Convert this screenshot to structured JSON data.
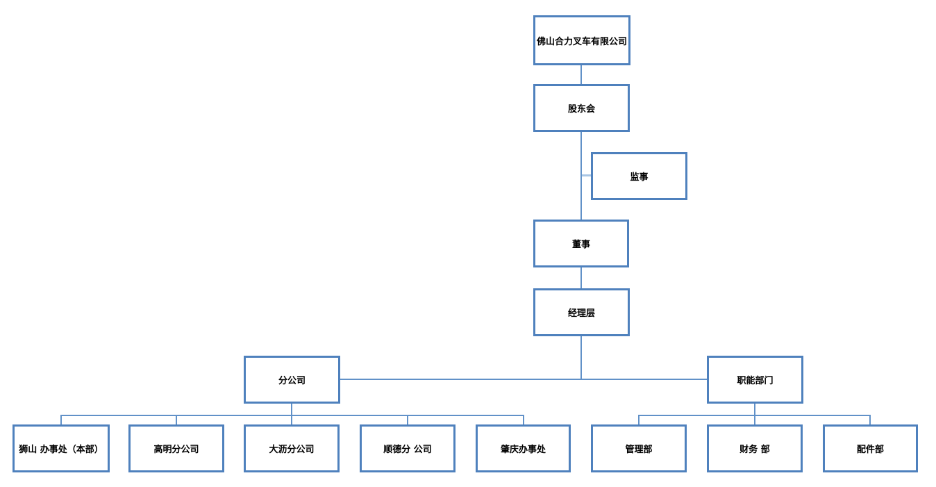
{
  "diagram": {
    "type": "org-chart",
    "colors": {
      "box_border": "#4f81bd",
      "connector": "#6191c8",
      "connector_light": "#a9c6e4",
      "text": "#000000",
      "background": "#ffffff"
    },
    "nodes": {
      "company": {
        "label": "佛山合力叉车有限公司"
      },
      "shareholders": {
        "label": "股东会"
      },
      "supervisor": {
        "label": "监事"
      },
      "director": {
        "label": "董事"
      },
      "management": {
        "label": "经理层"
      },
      "branches": {
        "label": "分公司"
      },
      "functional": {
        "label": "职能部门"
      },
      "shishan_office": {
        "label": "狮山 办事处（本部）"
      },
      "gaoming_branch": {
        "label": "高明分公司"
      },
      "dali_branch": {
        "label": "大沥分公司"
      },
      "shunde_branch": {
        "label": "顺德分 公司"
      },
      "zhaoqing_office": {
        "label": "肇庆办事处"
      },
      "management_dept": {
        "label": "管理部"
      },
      "finance_dept": {
        "label": "财务 部"
      },
      "parts_dept": {
        "label": "配件部"
      }
    },
    "edges": [
      {
        "from": "company",
        "to": "shareholders"
      },
      {
        "from": "shareholders",
        "to": "supervisor",
        "style": "light-side-stub"
      },
      {
        "from": "shareholders",
        "to": "director"
      },
      {
        "from": "director",
        "to": "management"
      },
      {
        "from": "management",
        "to": "branches"
      },
      {
        "from": "management",
        "to": "functional"
      },
      {
        "from": "branches",
        "to": "shishan_office"
      },
      {
        "from": "branches",
        "to": "gaoming_branch"
      },
      {
        "from": "branches",
        "to": "dali_branch"
      },
      {
        "from": "branches",
        "to": "shunde_branch"
      },
      {
        "from": "branches",
        "to": "zhaoqing_office"
      },
      {
        "from": "functional",
        "to": "management_dept"
      },
      {
        "from": "functional",
        "to": "finance_dept"
      },
      {
        "from": "functional",
        "to": "parts_dept"
      }
    ]
  }
}
